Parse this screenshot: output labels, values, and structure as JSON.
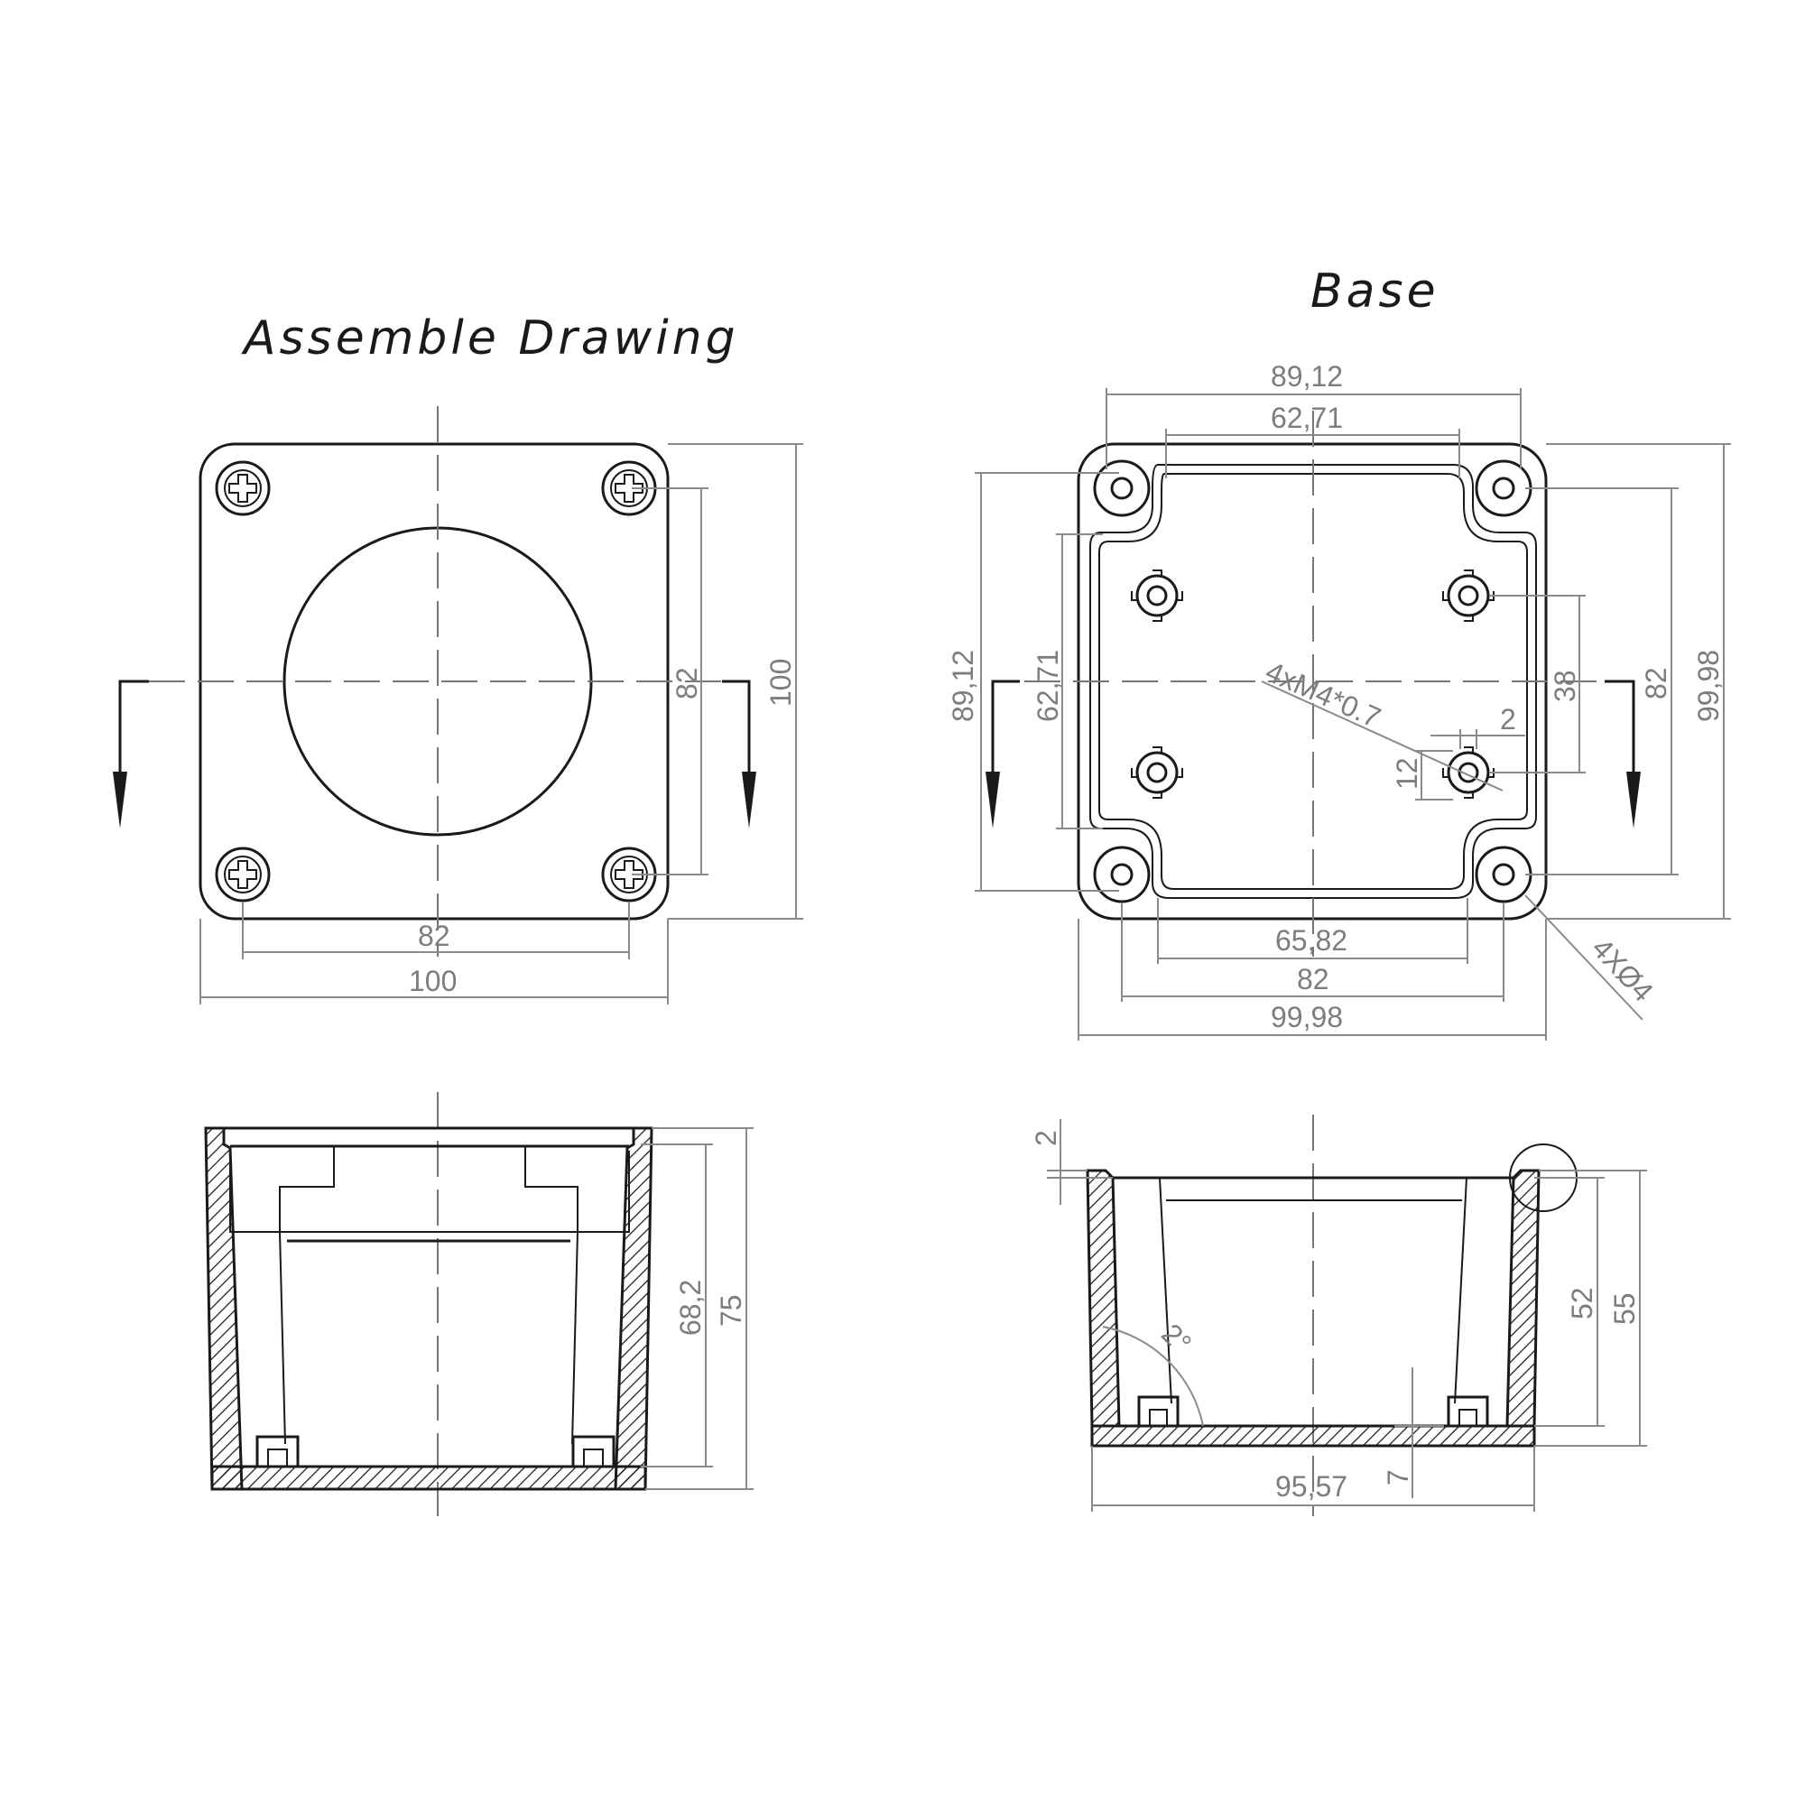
{
  "titles": {
    "assemble": "Assemble Drawing",
    "base": "Base"
  },
  "assemble_top": {
    "dim_width_inner": "82",
    "dim_width_outer": "100",
    "dim_height_inner": "82",
    "dim_height_outer": "100"
  },
  "base_top": {
    "dim_top_outer": "89,12",
    "dim_top_inner": "62,71",
    "dim_left_outer": "89,12",
    "dim_left_inner": "62,71",
    "dim_bottom_inner": "65,82",
    "dim_bottom_mid": "82",
    "dim_bottom_outer": "99,98",
    "dim_right_38": "38",
    "dim_right_82": "82",
    "dim_right_outer": "99,98",
    "thread_note": "4xM4*0.7",
    "hole_note": "4XØ4",
    "dim_2": "2",
    "dim_12": "12"
  },
  "assemble_section": {
    "dim_68": "68,2",
    "dim_75": "75"
  },
  "base_section": {
    "dim_2": "2",
    "dim_52": "52",
    "dim_55": "55",
    "dim_7": "7",
    "dim_width": "95,57",
    "angle": "2°"
  }
}
